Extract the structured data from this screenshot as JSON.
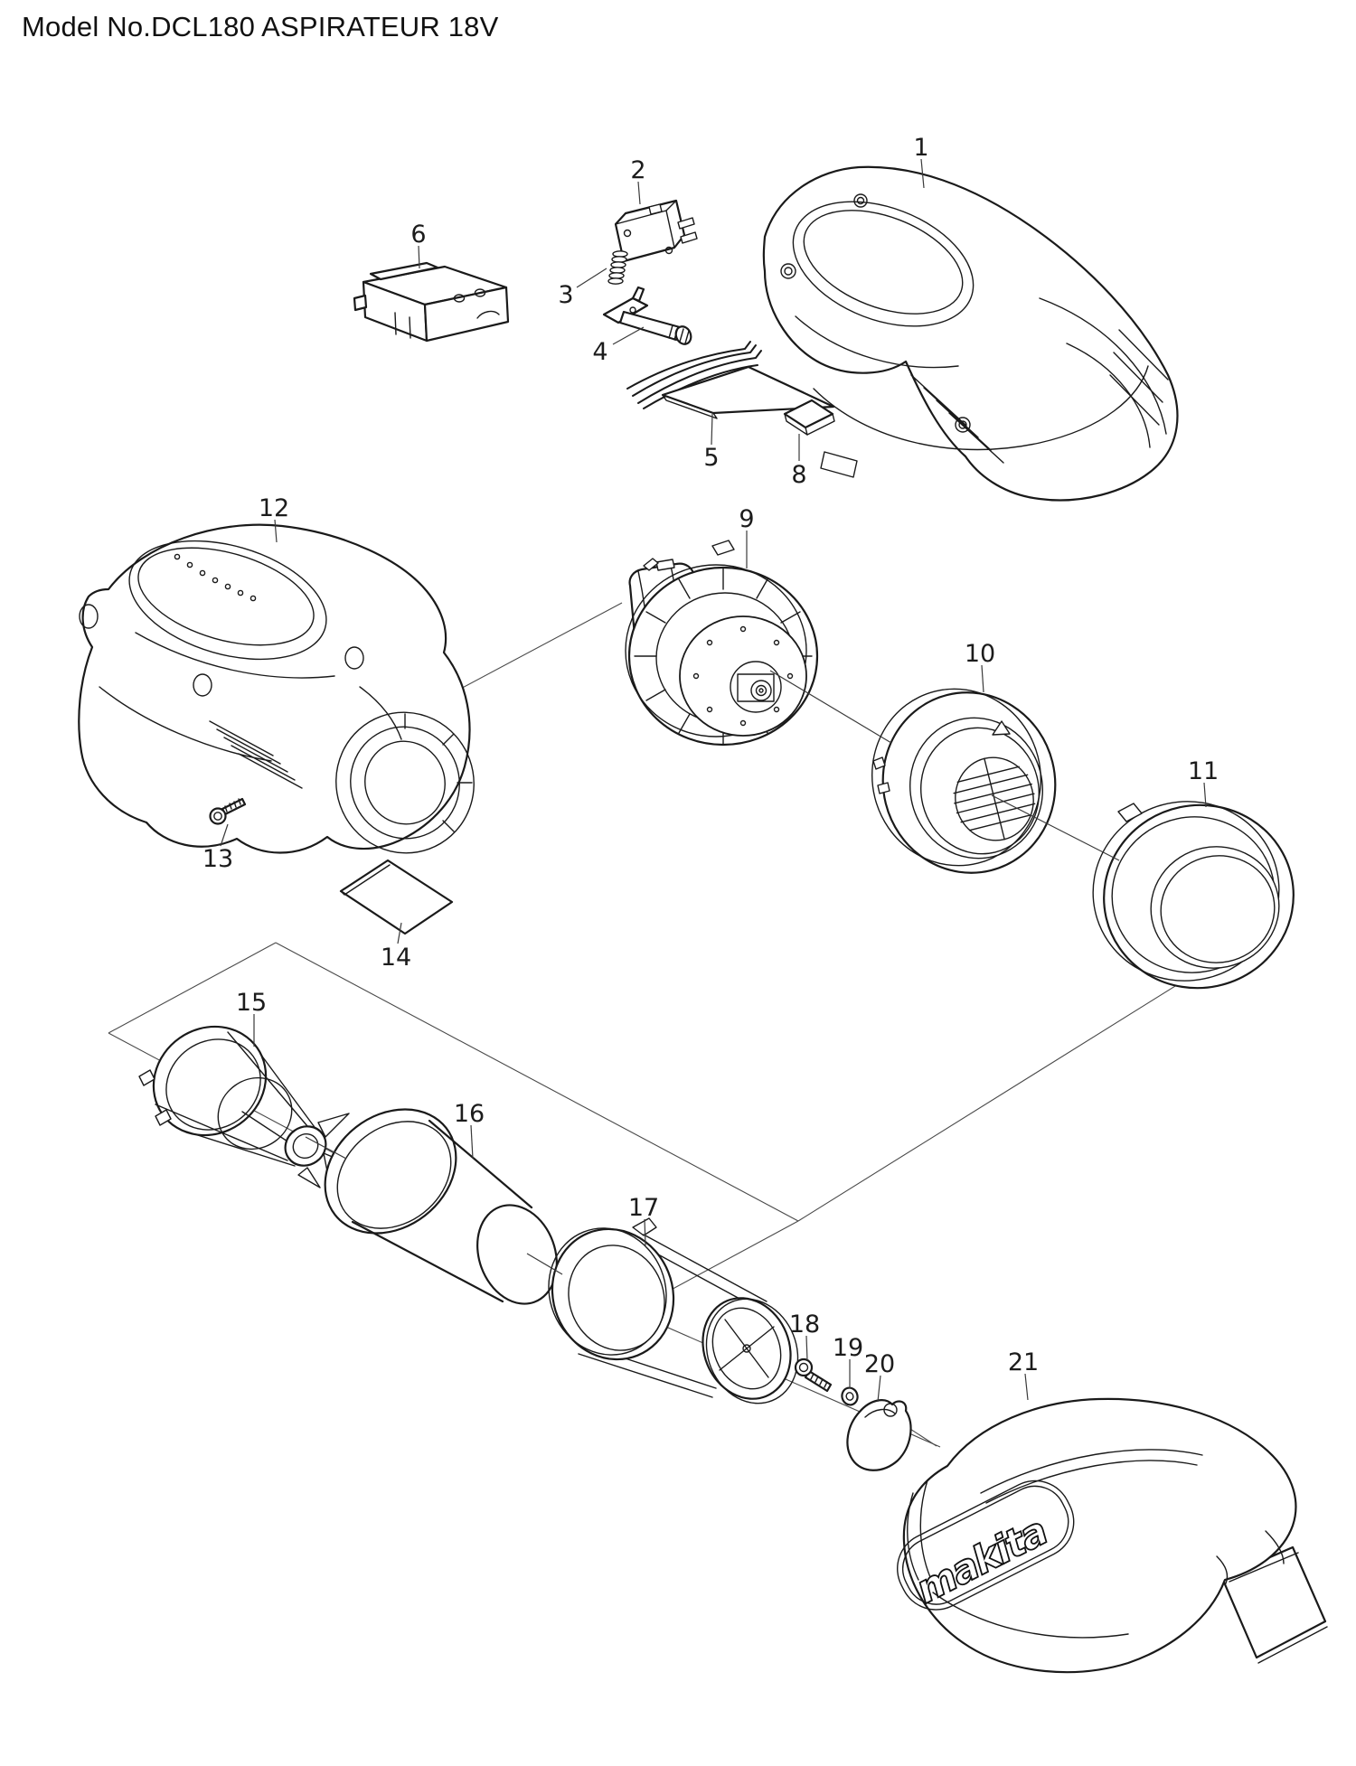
{
  "title": "Model No.DCL180 ASPIRATEUR 18V",
  "brand_logo": "makita",
  "parts": [
    {
      "num": "1"
    },
    {
      "num": "2"
    },
    {
      "num": "3"
    },
    {
      "num": "4"
    },
    {
      "num": "5"
    },
    {
      "num": "6"
    },
    {
      "num": "8"
    },
    {
      "num": "9"
    },
    {
      "num": "10"
    },
    {
      "num": "11"
    },
    {
      "num": "12"
    },
    {
      "num": "13"
    },
    {
      "num": "14"
    },
    {
      "num": "15"
    },
    {
      "num": "16"
    },
    {
      "num": "17"
    },
    {
      "num": "18"
    },
    {
      "num": "19"
    },
    {
      "num": "20"
    },
    {
      "num": "21"
    }
  ]
}
